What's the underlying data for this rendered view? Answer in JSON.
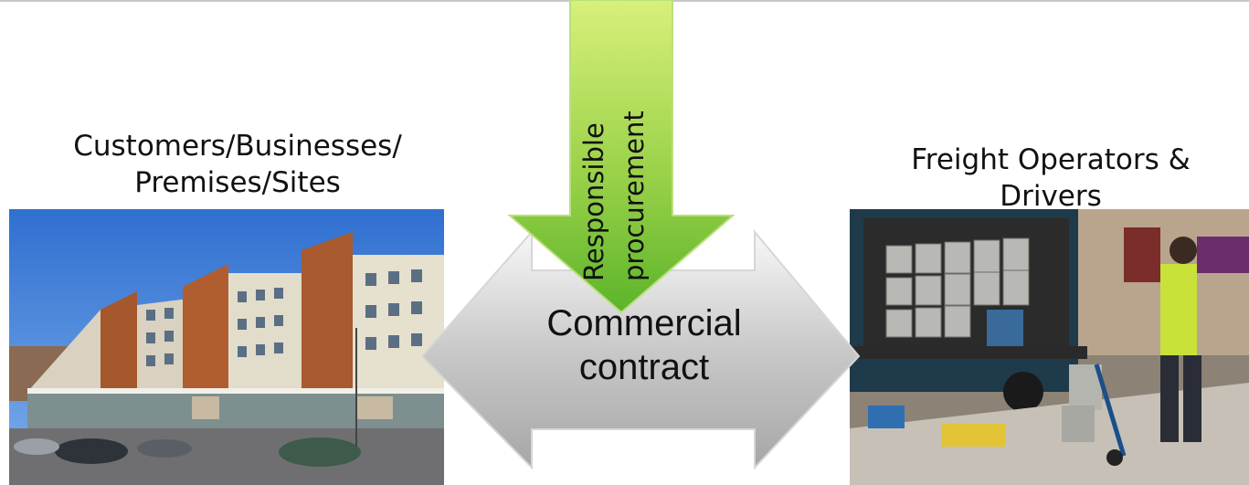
{
  "left_label": {
    "line1": "Customers/Businesses/",
    "line2": "Premises/Sites"
  },
  "right_label": {
    "line1": "Freight Operators &",
    "line2": "Drivers"
  },
  "center": {
    "line1": "Commercial",
    "line2": "contract"
  },
  "arrow": {
    "line1": "Responsible",
    "line2": "procurement"
  },
  "colors": {
    "green_top": "#d8f07a",
    "green_bottom": "#5cb42a",
    "grey_light": "#f4f4f4",
    "grey_dark": "#a9a9a9"
  },
  "images": {
    "left": "photo of apartment block with ground-floor shops and car park",
    "right": "photo of delivery truck unloading beer kegs with worker in hi-vis vest"
  }
}
